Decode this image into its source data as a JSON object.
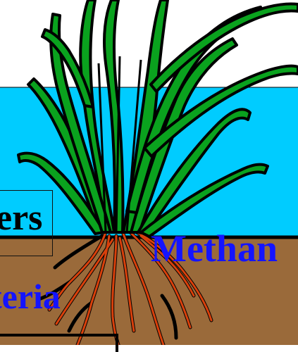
{
  "labels": {
    "organisms_label": "ers",
    "gas_label": "Methan",
    "bacteria_label": "teria"
  },
  "colors": {
    "sky": "#ffffff",
    "water": "#00ccff",
    "soil": "#9a6a3a",
    "leaf": "#0aa21e",
    "leaf_outline": "#000000",
    "root_accent": "#d9400b",
    "text_blue": "#1414ff"
  }
}
